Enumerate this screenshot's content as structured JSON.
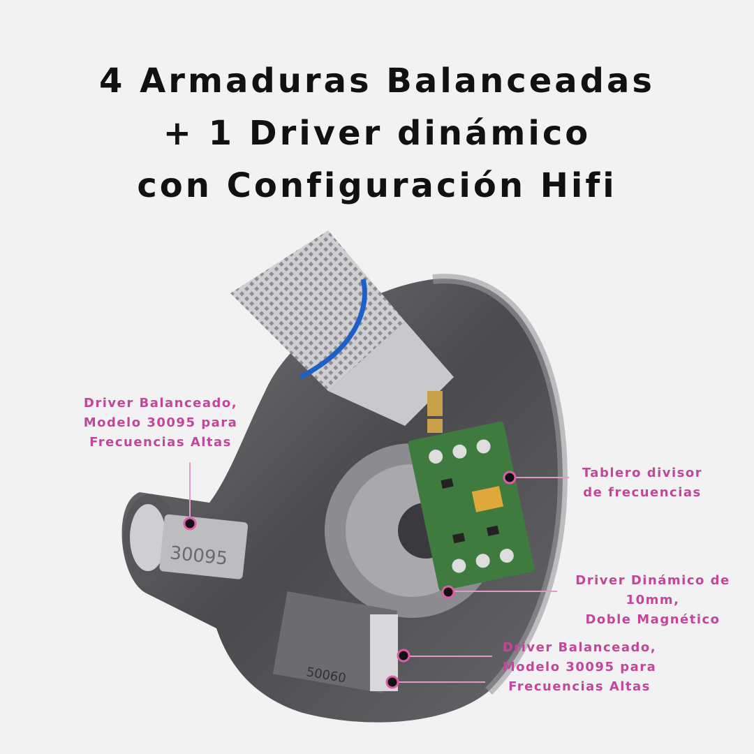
{
  "title": {
    "line1": "4 Armaduras Balanceadas",
    "line2": "+ 1 Driver dinámico",
    "line3": "con Configuración Hifi"
  },
  "colors": {
    "accent": "#c0479a",
    "text": "#111111",
    "background": "#f2f2f2",
    "pcb": "#3f7a3f"
  },
  "product": {
    "driver_marking": "30095",
    "driver_marking_bottom": "50060"
  },
  "callouts": [
    {
      "line1": "Driver Balanceado,",
      "line2": "Modelo 30095 para",
      "line3": "Frecuencias Altas"
    },
    {
      "line1": "Tablero divisor",
      "line2": "de frecuencias"
    },
    {
      "line1": "Driver Dinámico de 10mm,",
      "line2": "Doble Magnético"
    },
    {
      "line1": "Driver Balanceado,",
      "line2": "Modelo 30095 para",
      "line3": "Frecuencias Altas"
    }
  ]
}
